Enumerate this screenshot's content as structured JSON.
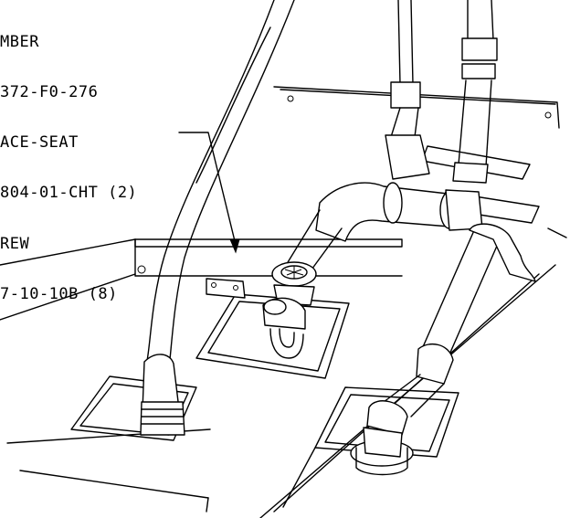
{
  "callout": {
    "lines": [
      "MBER",
      "372-F0-276",
      "ACE-SEAT",
      "804-01-CHT (2)",
      "REW",
      "7-10-10B (8)"
    ]
  }
}
